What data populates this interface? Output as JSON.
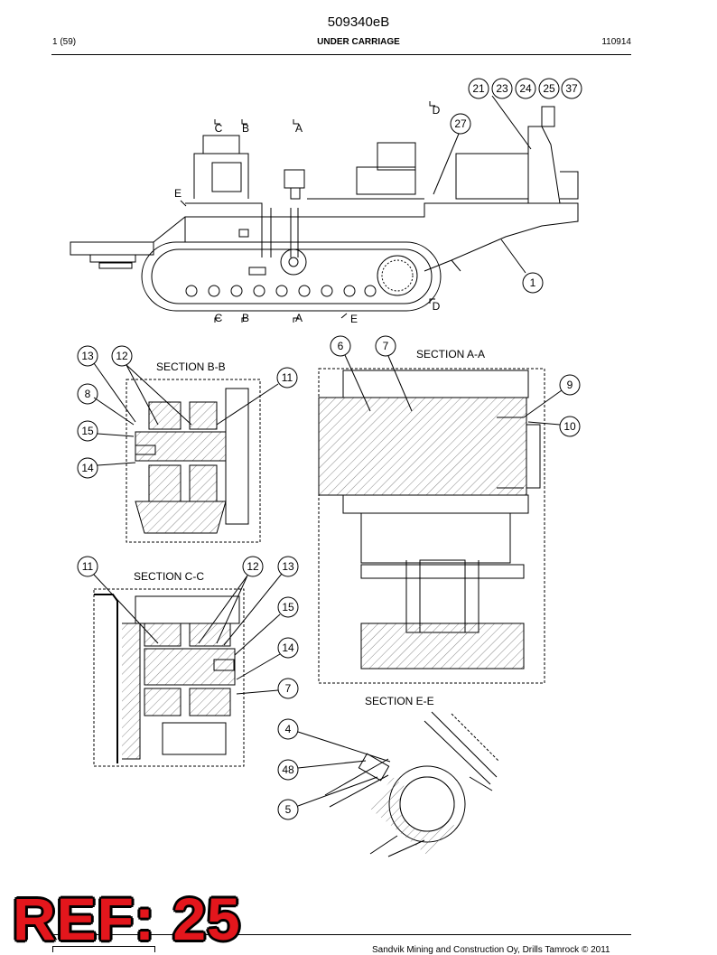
{
  "header": {
    "doc_number": "509340eB",
    "page_indicator": "1 (59)",
    "section_heading": "UNDER CARRIAGE",
    "date_code": "110914"
  },
  "footer": {
    "copyright": "Sandvik Mining and Construction Oy, Drills Tamrock © 2011",
    "ref_stamp": "REF: 25"
  },
  "section_titles": {
    "bb": "SECTION B-B",
    "aa": "SECTION A-A",
    "cc": "SECTION C-C",
    "ee": "SECTION E-E"
  },
  "view_markers": {
    "c": "C",
    "b": "B",
    "a": "A",
    "d": "D",
    "e": "E"
  },
  "balloons": {
    "b21": "21",
    "b23": "23",
    "b24": "24",
    "b25": "25",
    "b37": "37",
    "b27": "27",
    "b1": "1",
    "b13": "13",
    "b12": "12",
    "b8": "8",
    "b15": "15",
    "b14": "14",
    "b11": "11",
    "b6": "6",
    "b7": "7",
    "b9": "9",
    "b10": "10",
    "c11": "11",
    "c12": "12",
    "c13": "13",
    "c15": "15",
    "c14": "14",
    "c7": "7",
    "e4": "4",
    "e48": "48",
    "e5": "5"
  }
}
